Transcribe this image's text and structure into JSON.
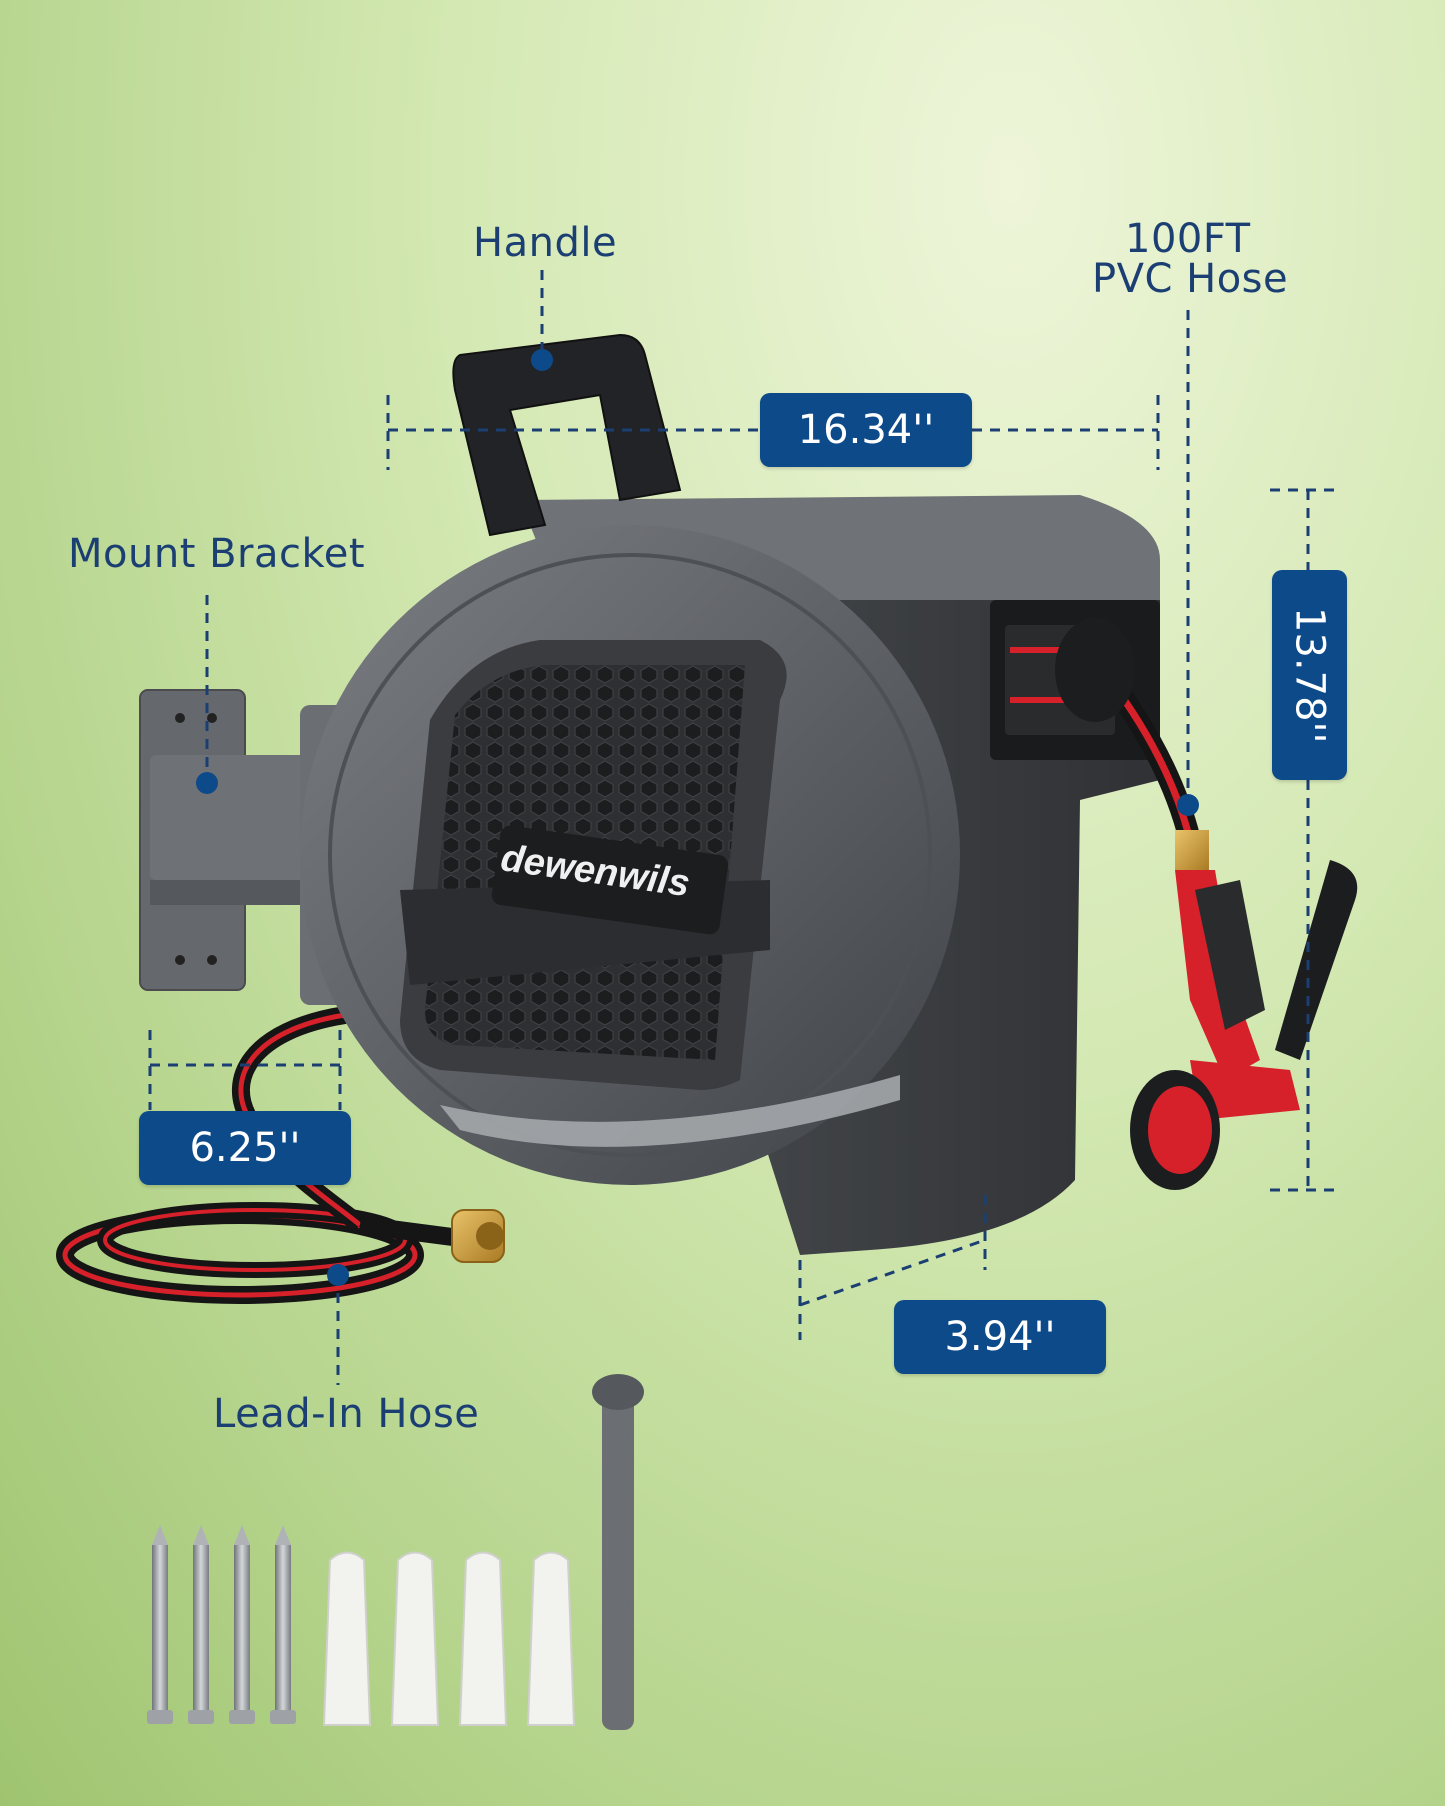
{
  "labels": {
    "handle": "Handle",
    "hose_line1": "100FT",
    "hose_line2": "PVC Hose",
    "mount_bracket": "Mount Bracket",
    "lead_in_hose": "Lead-In Hose"
  },
  "dimensions": {
    "width": "16.34''",
    "height": "13.78''",
    "bracket": "6.25''",
    "depth": "3.94''"
  },
  "brand": "dewenwils",
  "colors": {
    "accent": "#0d4a8a",
    "label_text": "#1b3f73",
    "reel_body": "#5d6064",
    "hose_red": "#d6202a"
  },
  "hardware": {
    "screws": 4,
    "anchors": 4,
    "tool": 1
  }
}
